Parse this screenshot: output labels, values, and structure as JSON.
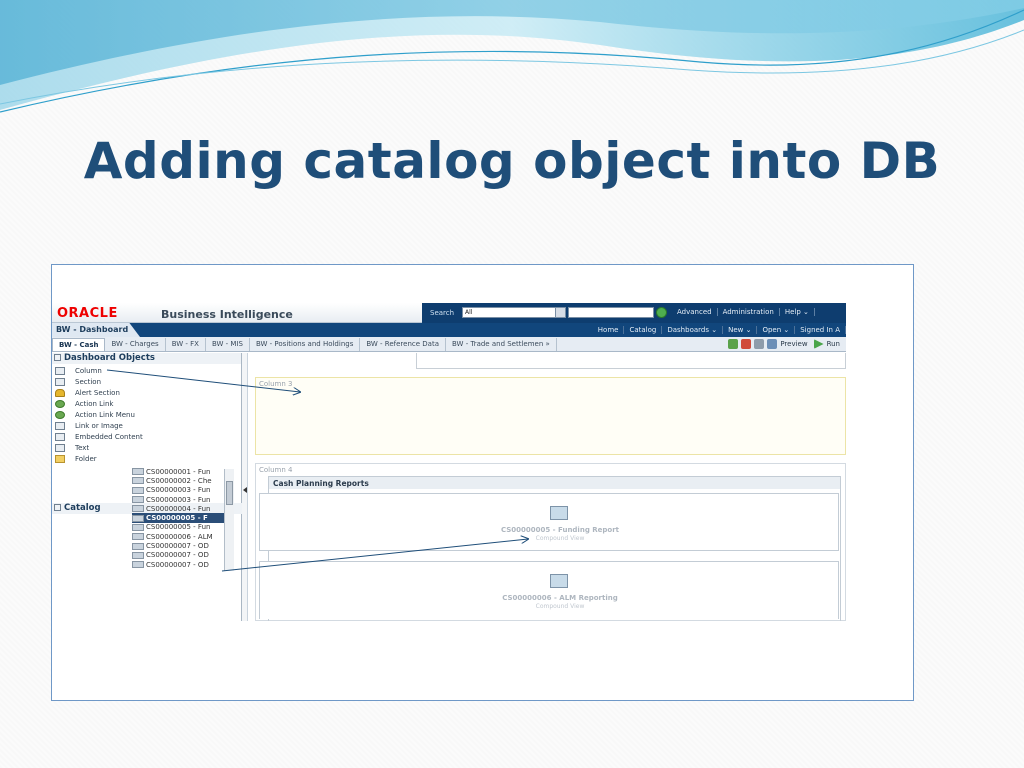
{
  "slide": {
    "title": "Adding catalog object into DB"
  },
  "app": {
    "logo": "ORACLE",
    "product": "Business Intelligence",
    "search_label": "Search",
    "search_scope": "All",
    "top_links": [
      "Advanced",
      "Administration",
      "Help ⌄"
    ],
    "dashboard_name": "BW - Dashboard",
    "dash_links": [
      "Home",
      "Catalog",
      "Dashboards ⌄",
      "New ⌄",
      "Open ⌄",
      "Signed In A"
    ],
    "tabs": [
      "BW - Cash",
      "BW - Charges",
      "BW - FX",
      "BW - MIS",
      "BW - Positions and Holdings",
      "BW - Reference Data",
      "BW - Trade and Settlemen »"
    ],
    "toolbar": {
      "preview": "Preview",
      "run": "Run"
    }
  },
  "dashboard_objects": {
    "header": "Dashboard Objects",
    "items": [
      {
        "label": "Column",
        "icon": "column-icon"
      },
      {
        "label": "Section",
        "icon": "section-icon"
      },
      {
        "label": "Alert Section",
        "icon": "bell-icon"
      },
      {
        "label": "Action Link",
        "icon": "action-link-icon"
      },
      {
        "label": "Action Link Menu",
        "icon": "action-menu-icon"
      },
      {
        "label": "Link or Image",
        "icon": "link-icon"
      },
      {
        "label": "Embedded Content",
        "icon": "embed-icon"
      },
      {
        "label": "Text",
        "icon": "text-icon"
      },
      {
        "label": "Folder",
        "icon": "folder-icon"
      }
    ]
  },
  "catalog": {
    "header": "Catalog",
    "items": [
      "CS00000001 - Fun",
      "CS00000002 - Che",
      "CS00000003 - Fun",
      "CS00000003 - Fun",
      "CS00000004 - Fun",
      "CS00000005 - F",
      "CS00000005 - Fun",
      "CS00000006 - ALM",
      "CS00000007 - OD",
      "CS00000007 - OD",
      "CS00000007 - OD"
    ],
    "selected_index": 5
  },
  "canvas": {
    "column3_label": "Column 3",
    "column4_label": "Column 4",
    "section_title": "Cash Planning Reports",
    "reports": [
      {
        "name": "CS00000005 - Funding Report",
        "type": "Compound View"
      },
      {
        "name": "CS00000006 - ALM Reporting",
        "type": "Compound View"
      }
    ]
  },
  "colors": {
    "title": "#1f4e79",
    "oracle_red": "#e00000",
    "nav_blue": "#11467c",
    "arrow": "#1f4e79"
  }
}
